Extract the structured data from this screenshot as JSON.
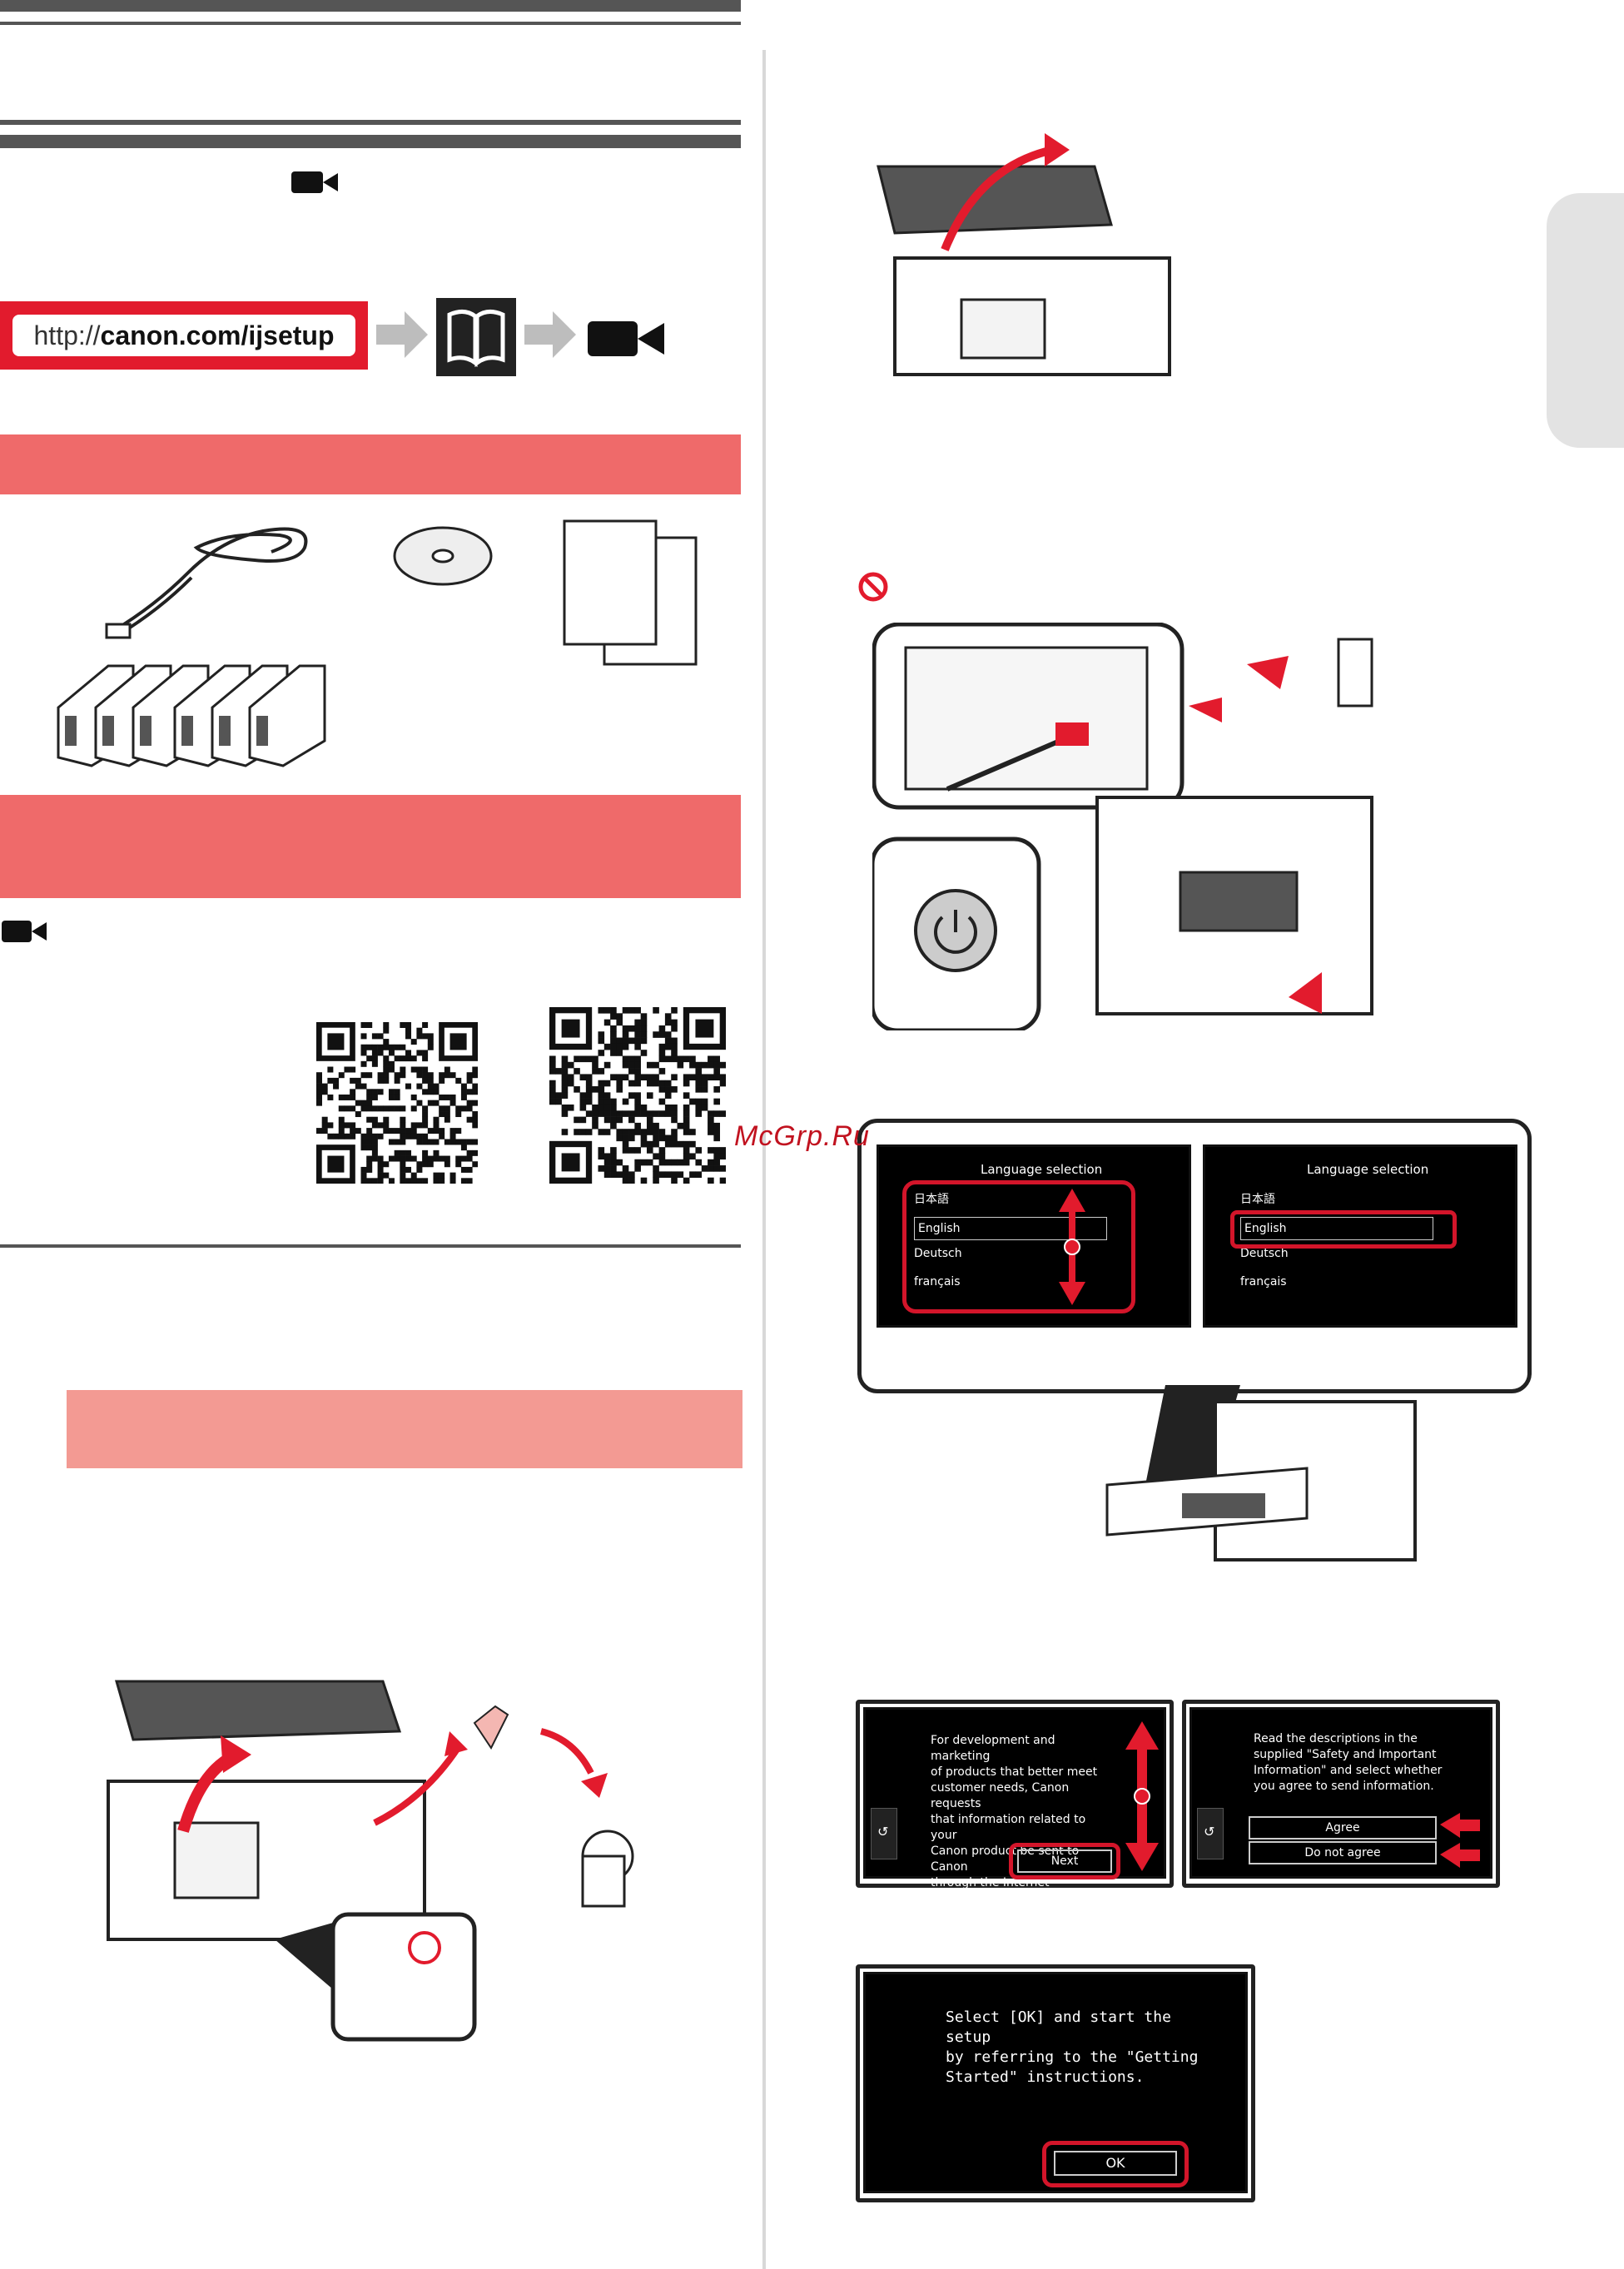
{
  "header": {},
  "setup_link": {
    "url_prefix": "http://",
    "url_main": "canon.com/ijsetup"
  },
  "watermark": "McGrp.Ru",
  "language_screens": {
    "title": "Language selection",
    "items": [
      "日本語",
      "English",
      "Deutsch",
      "français"
    ]
  },
  "consent_screen": {
    "message": "For development and marketing\nof products that better meet\ncustomer needs, Canon requests\nthat information related to your\nCanon product be sent to Canon\nthrough the Internet",
    "next_label": "Next"
  },
  "agree_screen": {
    "message": "Read the descriptions in the\nsupplied \"Safety and Important\nInformation\" and select whether\nyou agree to send information.",
    "agree_label": "Agree",
    "disagree_label": "Do not agree"
  },
  "ok_screen": {
    "message": "Select [OK] and start the setup\nby referring to the \"Getting\nStarted\" instructions.",
    "ok_label": "OK"
  },
  "colors": {
    "accent_red": "#e21b2d",
    "section_pink": "#ef6a6a",
    "sub_pink": "#f39a93",
    "rule_gray": "#555555"
  }
}
